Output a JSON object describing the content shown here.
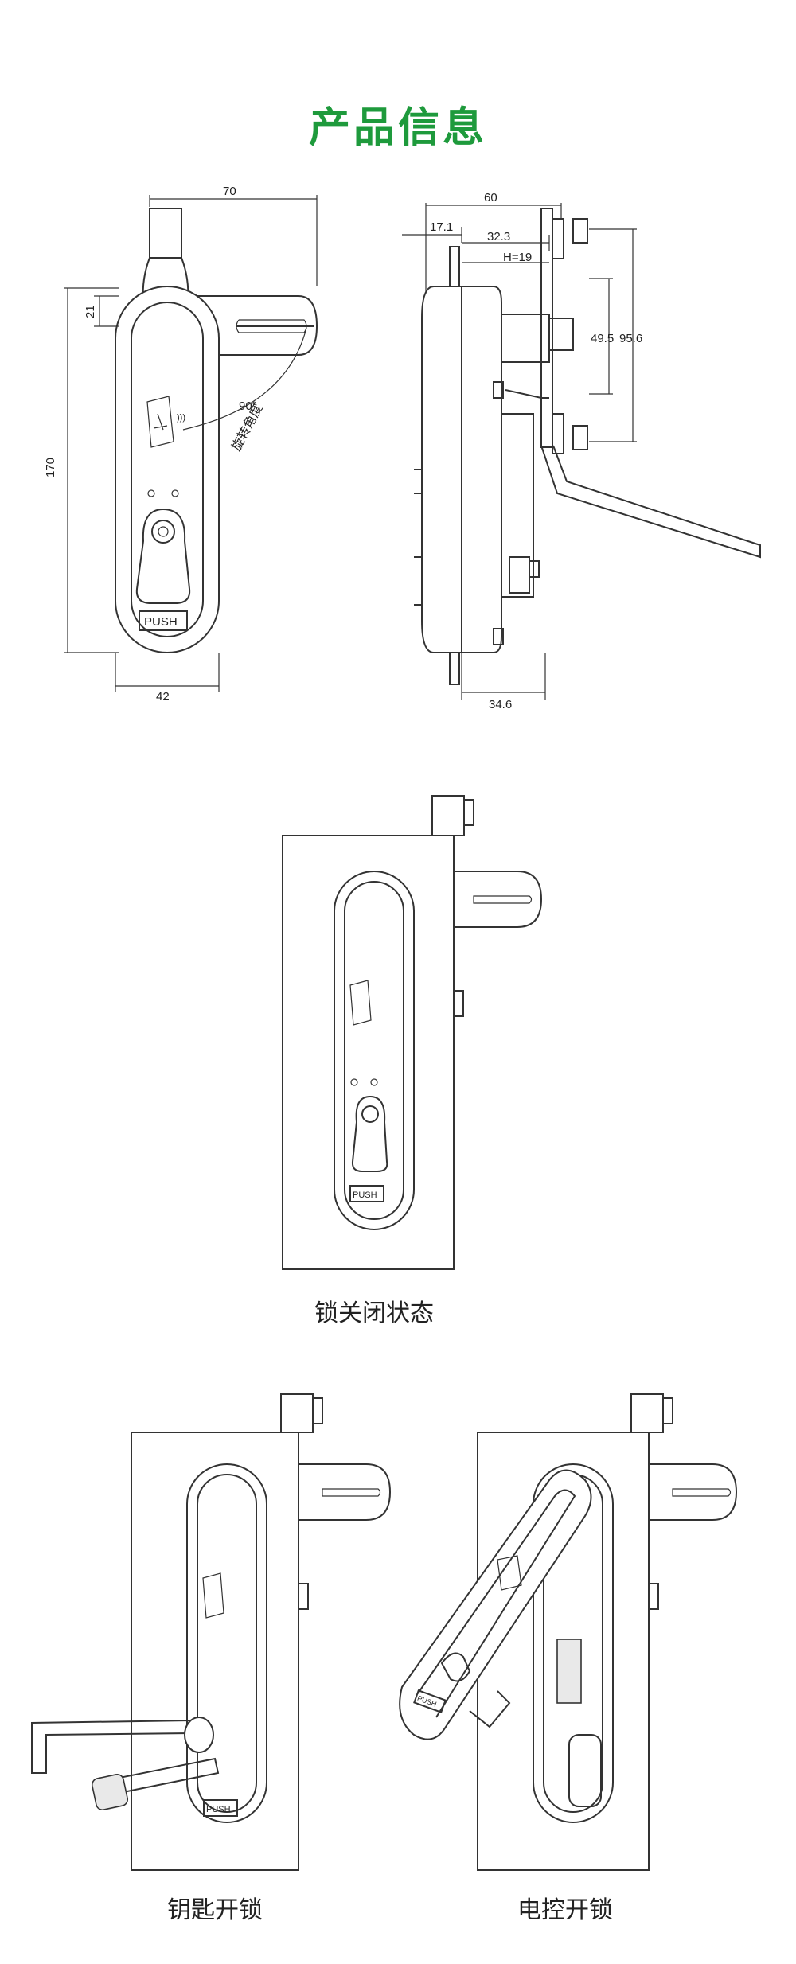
{
  "title": "产品信息",
  "dimensions": {
    "front_width_top": "70",
    "front_height": "170",
    "front_offset": "21",
    "front_width_bottom": "42",
    "rotation_angle": "90°",
    "rotation_label": "旋转角度",
    "side_width_top": "60",
    "side_17": "17.1",
    "side_32": "32.3",
    "side_h": "H=19",
    "side_49": "49.5",
    "side_95": "95.6",
    "side_bottom": "34.6"
  },
  "handle_text": "PUSH",
  "captions": {
    "locked": "锁关闭状态",
    "key_unlock": "钥匙开锁",
    "electric_unlock": "电控开锁"
  },
  "colors": {
    "title_green": "#1e9a3c",
    "line": "#333333"
  }
}
